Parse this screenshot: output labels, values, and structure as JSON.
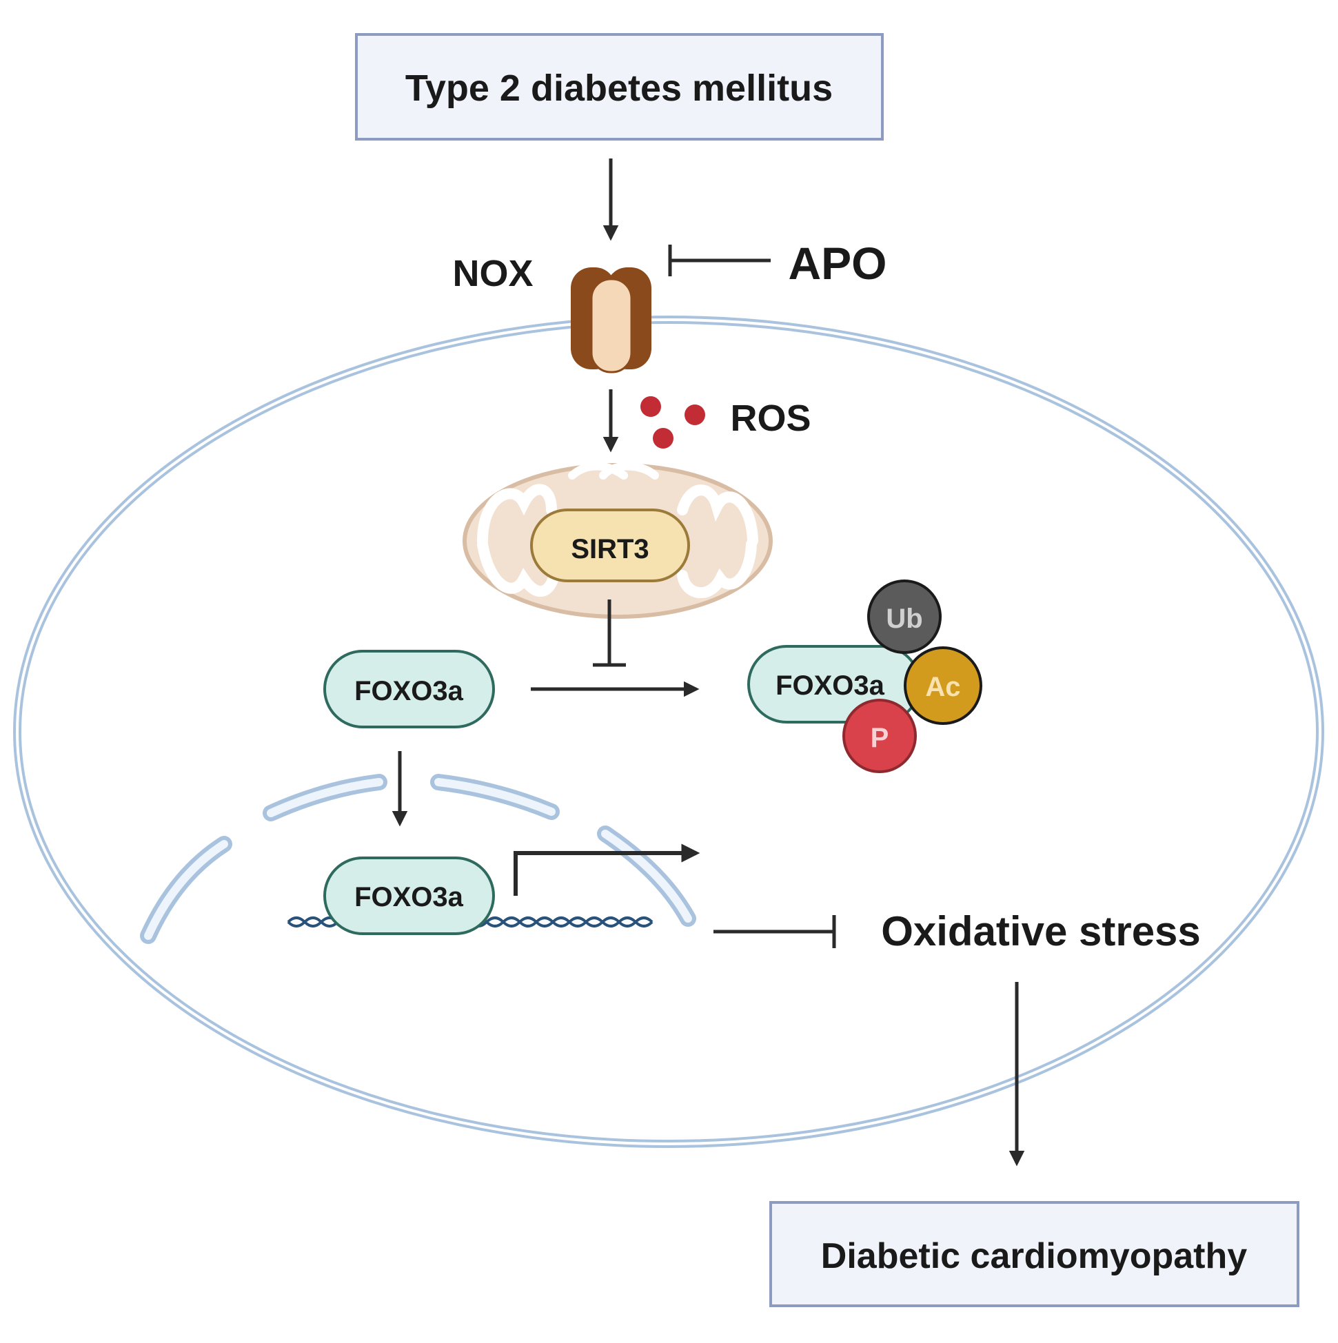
{
  "top_box": {
    "text": "Type 2 diabetes mellitus"
  },
  "nox": {
    "text": "NOX"
  },
  "apo": {
    "text": "APO"
  },
  "ros": {
    "text": "ROS"
  },
  "sirt3": {
    "text": "SIRT3"
  },
  "foxo3a_cytoplasm": {
    "text": "FOXO3a"
  },
  "foxo3a_modified": {
    "text": "FOXO3a",
    "modifications": {
      "ub": "Ub",
      "ac": "Ac",
      "p": "P"
    }
  },
  "foxo3a_nucleus": {
    "text": "FOXO3a"
  },
  "oxidative_stress": {
    "text": "Oxidative stress"
  },
  "bottom_box": {
    "text": "Diabetic cardiomyopathy"
  },
  "colors": {
    "box_fill": "#f1f3fa",
    "box_stroke": "#8d9bc0",
    "cell_membrane": "#a9c3df",
    "foxo_fill": "#d5eeea",
    "foxo_stroke": "#2f6a5f",
    "sirt3_fill": "#f6e2b0",
    "sirt3_stroke": "#9b7a3a",
    "mito_fill": "#f2e1d1",
    "mito_stroke": "#d8bca3",
    "nox_dark": "#8b4a1c",
    "nox_light": "#f4d8b8",
    "ros": "#c22d35",
    "ub": "#5b5b5b",
    "ac": "#d39b1e",
    "p": "#d9424a",
    "dna": "#29527a"
  }
}
